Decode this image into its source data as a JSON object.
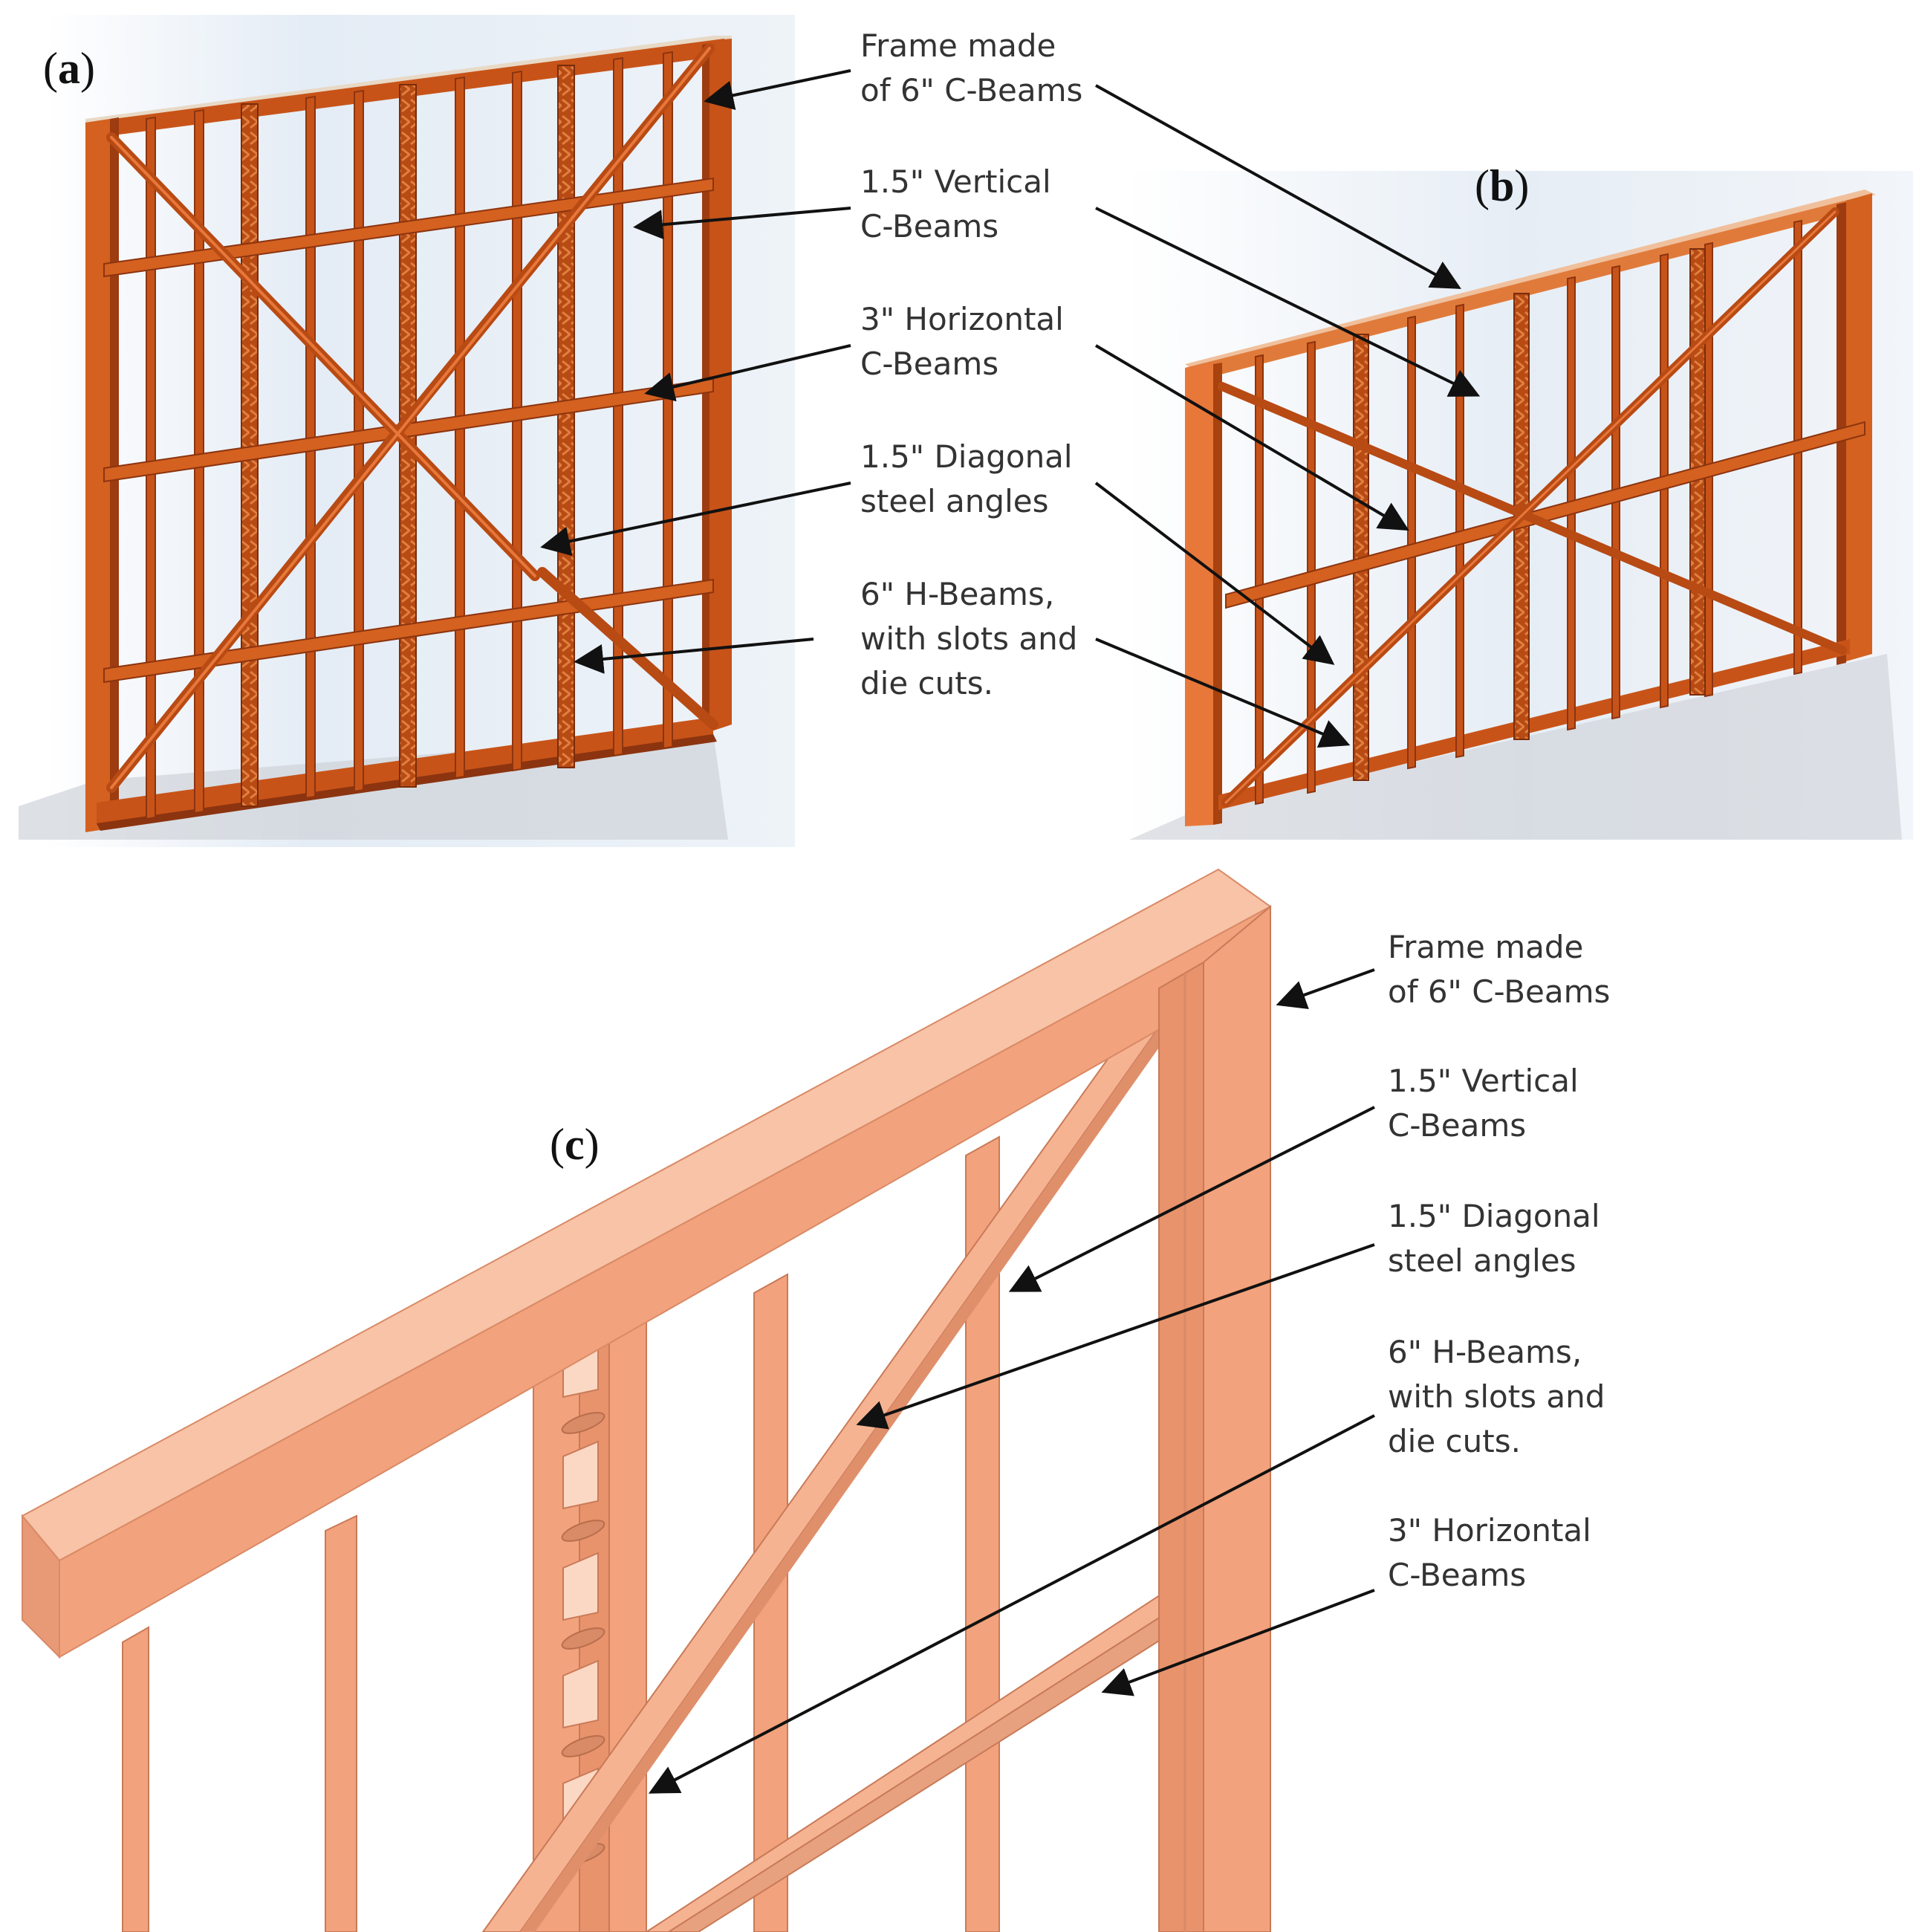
{
  "figure": {
    "panels": [
      {
        "id": "a",
        "tag_open": "(",
        "tag_letter": "a",
        "tag_close": ")",
        "labels": [
          {
            "lines": [
              "Frame made",
              "of 6\" C-Beams"
            ]
          },
          {
            "lines": [
              "1.5\" Vertical",
              "C-Beams"
            ]
          },
          {
            "lines": [
              "3\" Horizontal",
              "C-Beams"
            ]
          },
          {
            "lines": [
              "1.5\" Diagonal",
              "steel angles"
            ]
          },
          {
            "lines": [
              "6\" H-Beams,",
              "with slots and",
              "die cuts."
            ]
          }
        ]
      },
      {
        "id": "b",
        "tag_open": "(",
        "tag_letter": "b",
        "tag_close": ")"
      },
      {
        "id": "c",
        "tag_open": "(",
        "tag_letter": "c",
        "tag_close": ")",
        "labels": [
          {
            "lines": [
              "Frame made",
              "of 6\" C-Beams"
            ]
          },
          {
            "lines": [
              "1.5\" Vertical",
              "C-Beams"
            ]
          },
          {
            "lines": [
              "1.5\" Diagonal",
              "steel angles"
            ]
          },
          {
            "lines": [
              "6\" H-Beams,",
              "with slots and",
              "die cuts."
            ]
          },
          {
            "lines": [
              "3\" Horizontal",
              "C-Beams"
            ]
          }
        ]
      }
    ],
    "colors": {
      "frame_dark": "#b84a14",
      "frame_mid": "#d4611f",
      "frame_light": "#e8773a",
      "frame_zoom": "#f2a27c",
      "frame_zoom_dark": "#d98a66",
      "frame_zoom_light": "#f8c3a6",
      "arrow": "#111111",
      "label_text": "#333333"
    }
  }
}
